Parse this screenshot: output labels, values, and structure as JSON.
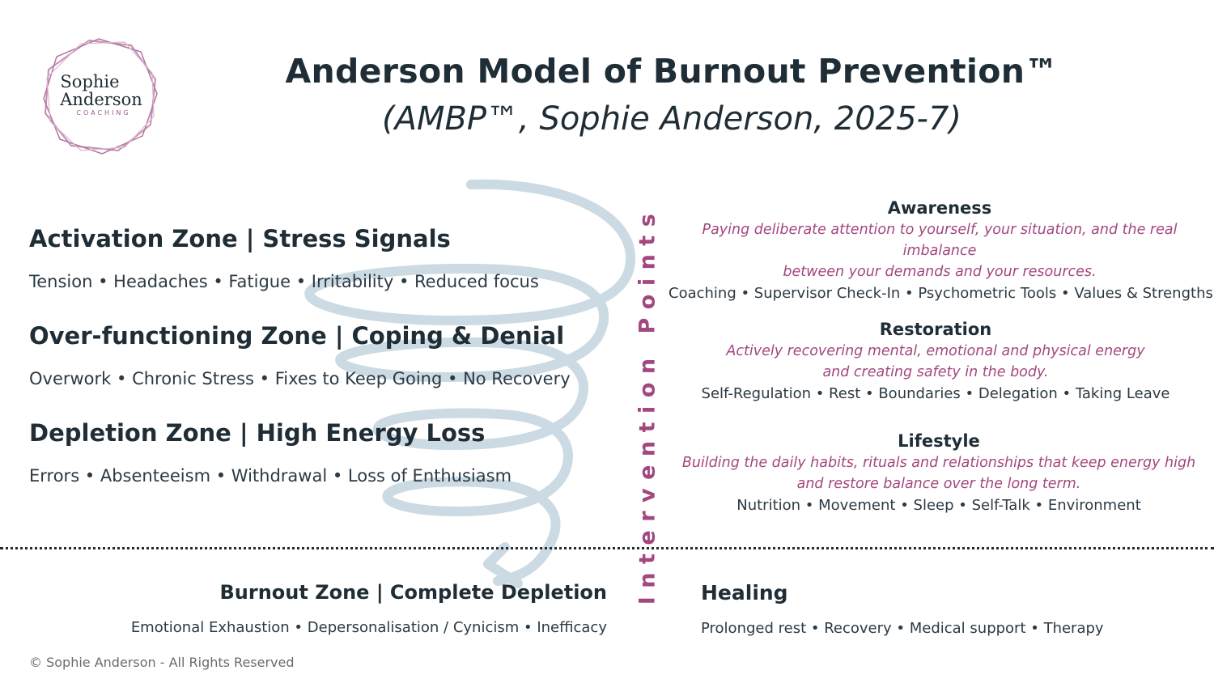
{
  "logo": {
    "name_line1": "Sophie",
    "name_line2": "Anderson",
    "subtitle": "COACHING"
  },
  "header": {
    "title": "Anderson Model of Burnout Prevention™",
    "subtitle": "(AMBP™, Sophie Anderson, 2025-7)"
  },
  "zones": [
    {
      "heading": "Activation Zone | Stress Signals",
      "details": "Tension • Headaches • Fatigue • Irritability • Reduced focus"
    },
    {
      "heading": "Over-functioning Zone | Coping & Denial",
      "details": "Overwork • Chronic Stress • Fixes to Keep Going • No Recovery"
    },
    {
      "heading": "Depletion Zone | High Energy Loss",
      "details": "Errors • Absenteeism • Withdrawal • Loss of Enthusiasm"
    }
  ],
  "intervention_label": "Intervention Points",
  "interventions": [
    {
      "heading": "Awareness",
      "description_line1": "Paying deliberate attention to yourself, your situation, and the real imbalance",
      "description_line2": "between your demands and your resources.",
      "tools": "Coaching • Supervisor Check-In • Psychometric Tools • Values & Strengths"
    },
    {
      "heading": "Restoration",
      "description_line1": "Actively recovering mental, emotional and physical energy",
      "description_line2": "and creating safety in the body.",
      "tools": "Self-Regulation • Rest • Boundaries • Delegation • Taking Leave"
    },
    {
      "heading": "Lifestyle",
      "description_line1": "Building the daily habits, rituals and relationships that keep energy high",
      "description_line2": "and restore balance over the long term.",
      "tools": "Nutrition • Movement • Sleep • Self-Talk • Environment"
    }
  ],
  "burnout": {
    "heading": "Burnout Zone | Complete Depletion",
    "details": "Emotional Exhaustion • Depersonalisation / Cynicism • Inefficacy"
  },
  "healing": {
    "heading": "Healing",
    "details": "Prolonged rest • Recovery • Medical support • Therapy"
  },
  "footer": {
    "copyright": "© Sophie Anderson - All Rights Reserved"
  },
  "colors": {
    "dark": "#1f2d36",
    "accent": "#a3477f",
    "spiral": "#cbdae3",
    "logo_frame": "#c48db4"
  }
}
